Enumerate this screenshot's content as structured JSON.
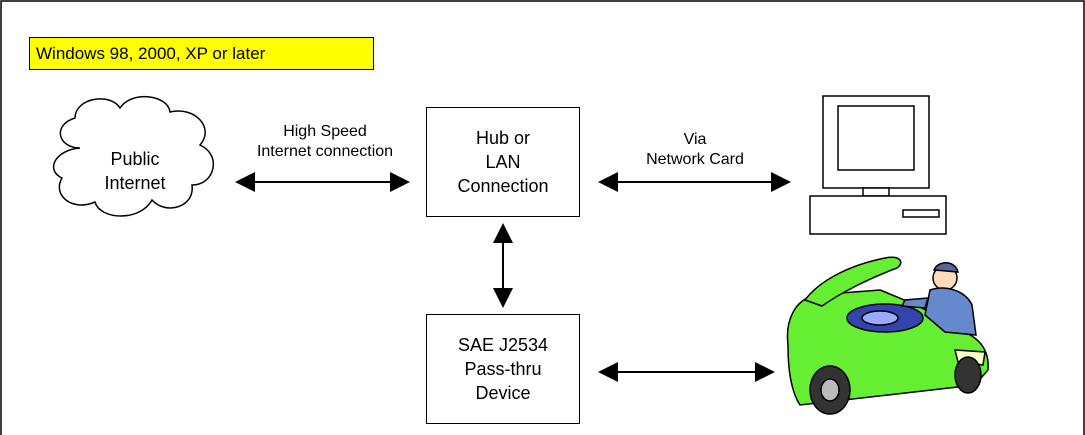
{
  "os_label": "Windows 98, 2000, XP or later",
  "nodes": {
    "internet": [
      "Public",
      "Internet"
    ],
    "hub": [
      "Hub or",
      "LAN",
      "Connection"
    ],
    "sae": [
      "SAE J2534",
      "Pass-thru",
      "Device"
    ]
  },
  "edges": {
    "internet_hub": [
      "High Speed",
      "Internet connection"
    ],
    "hub_pc": [
      "Via",
      "Network Card"
    ]
  },
  "icons": {
    "computer": "desktop-computer-icon",
    "car": "mechanic-car-icon",
    "cloud": "cloud-icon"
  },
  "colors": {
    "label_bg": "#ffff00",
    "car_green": "#66ee33"
  }
}
